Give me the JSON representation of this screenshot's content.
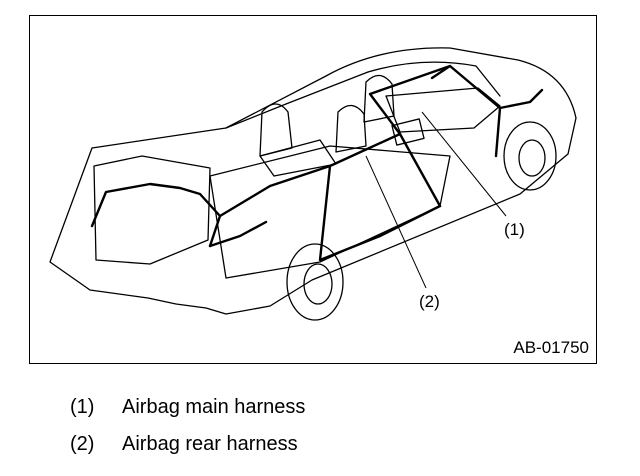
{
  "figure": {
    "code": "AB-01750",
    "callouts": [
      {
        "number": "(1)"
      },
      {
        "number": "(2)"
      }
    ]
  },
  "legend": [
    {
      "number": "(1)",
      "label": "Airbag main harness"
    },
    {
      "number": "(2)",
      "label": "Airbag rear harness"
    }
  ],
  "colors": {
    "line": "#000000",
    "background": "#ffffff"
  }
}
